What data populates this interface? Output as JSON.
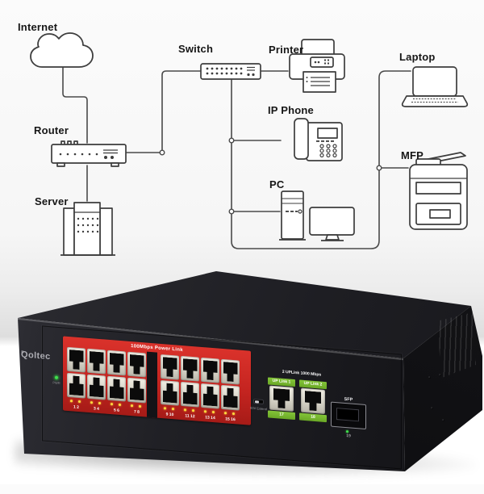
{
  "diagram": {
    "devices": [
      {
        "id": "internet",
        "label": "Internet",
        "icon": "cloud-icon"
      },
      {
        "id": "router",
        "label": "Router",
        "icon": "router-icon"
      },
      {
        "id": "server",
        "label": "Server",
        "icon": "server-icon"
      },
      {
        "id": "switch",
        "label": "Switch",
        "icon": "switch-icon"
      },
      {
        "id": "printer",
        "label": "Printer",
        "icon": "printer-icon"
      },
      {
        "id": "ip_phone",
        "label": "IP Phone",
        "icon": "ip-phone-icon"
      },
      {
        "id": "pc",
        "label": "PC",
        "icon": "pc-icon"
      },
      {
        "id": "laptop",
        "label": "Laptop",
        "icon": "laptop-icon"
      },
      {
        "id": "mfp",
        "label": "MFP",
        "icon": "mfp-icon"
      }
    ]
  },
  "product": {
    "brand": "Qoltec",
    "brand_mark": "®",
    "power_led_label": "PWR",
    "poe_bank": {
      "title": "100Mbps Power Link",
      "port_pair_labels": [
        "1 2",
        "3 4",
        "5 6",
        "7 8",
        "9 10",
        "11 12",
        "13 14",
        "15 16"
      ]
    },
    "uplink": {
      "title": "2 UPLink 1000 Mbps",
      "ports": [
        {
          "label": "UP Link 1",
          "number": "17"
        },
        {
          "label": "UP Link 2",
          "number": "18"
        }
      ]
    },
    "extend_switch_label": "60V Extend",
    "sfp": {
      "label": "SFP",
      "number": "19"
    }
  },
  "colors": {
    "faceplate_red": "#c42420",
    "uplink_green": "#76b82f",
    "led_yellow": "#ffd93e",
    "led_green": "#3fe04c",
    "chassis_black": "#1b1b1f"
  }
}
